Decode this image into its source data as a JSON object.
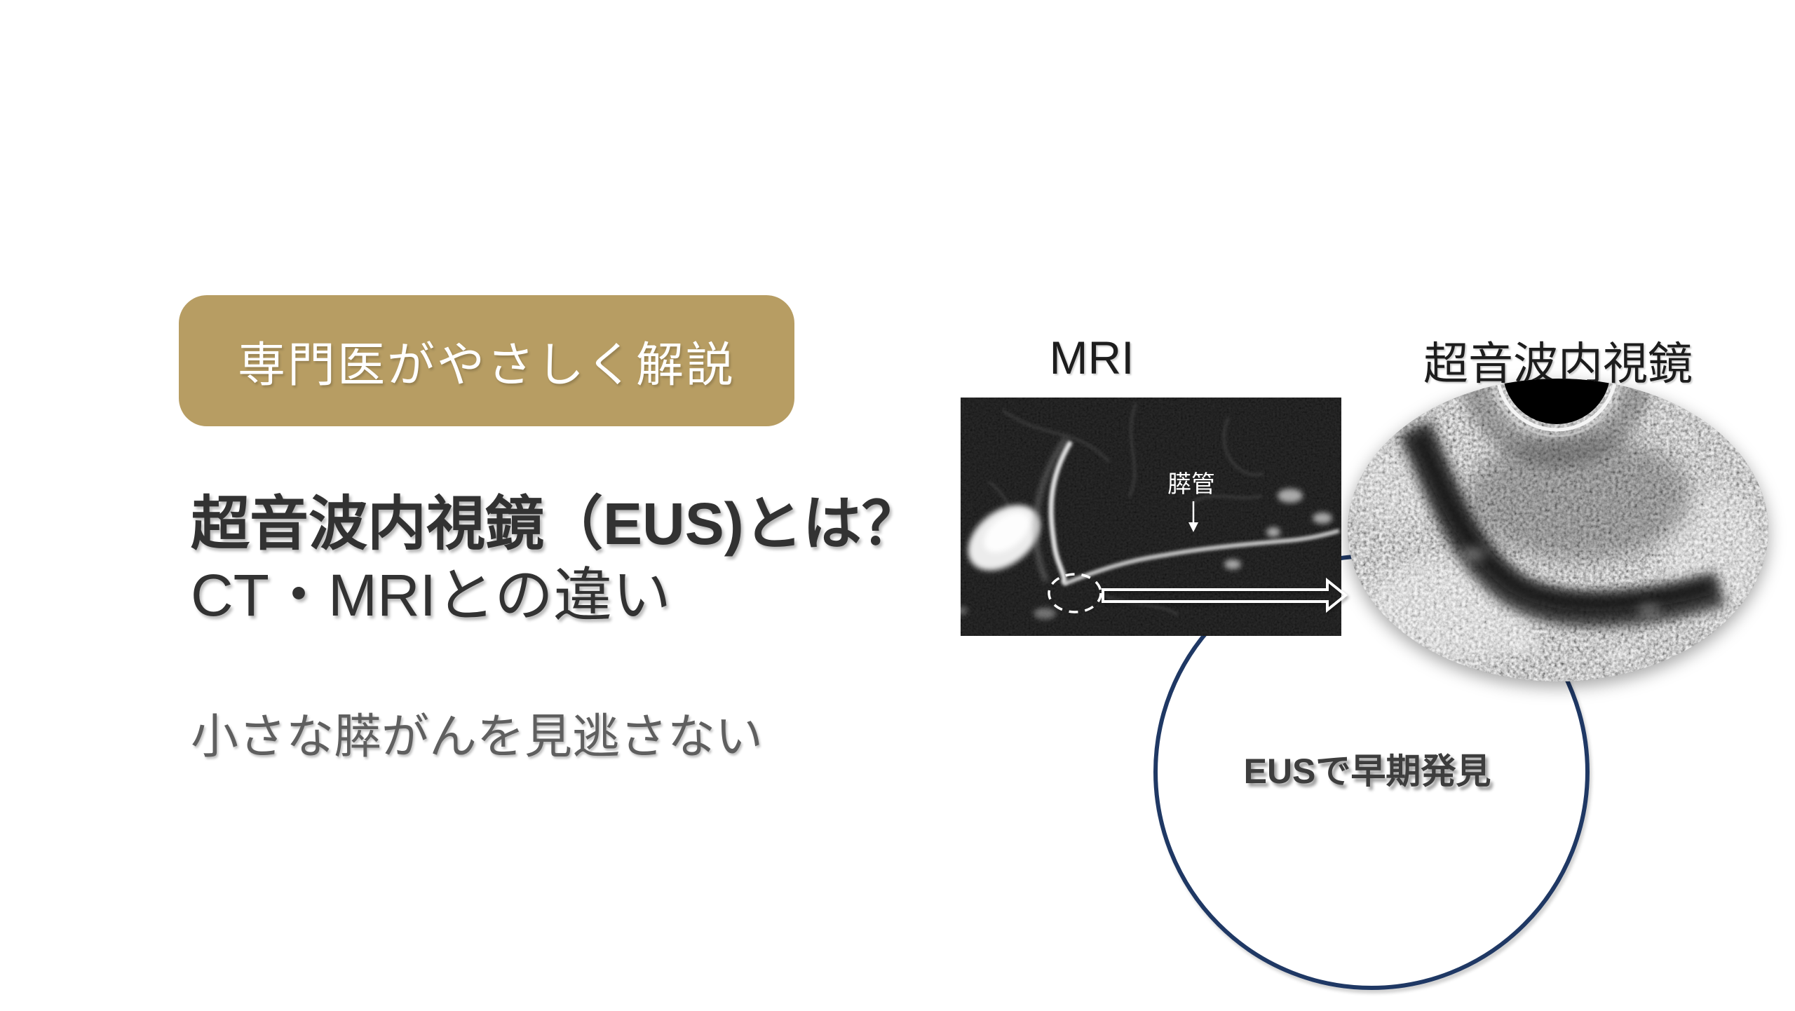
{
  "colors": {
    "accent_gold": "#b79d63",
    "navy": "#1f3864",
    "heading": "#323232",
    "subtitle_gray": "#5f5f5f",
    "label_dark": "#1d1d1d",
    "eus_text": "#3d3d3d",
    "white": "#ffffff"
  },
  "badge": {
    "label": "専門医がやさしく解説"
  },
  "heading": {
    "line1": "超音波内視鏡（EUS)とは？",
    "line2": "CT・MRIとの違い"
  },
  "subtitle": {
    "text": "小さな膵がんを見逃さない"
  },
  "mri_panel": {
    "label": "MRI",
    "annotation": "膵管"
  },
  "eus_panel": {
    "label": "超音波内視鏡"
  },
  "eus_circle": {
    "label": "EUSで早期発見"
  }
}
